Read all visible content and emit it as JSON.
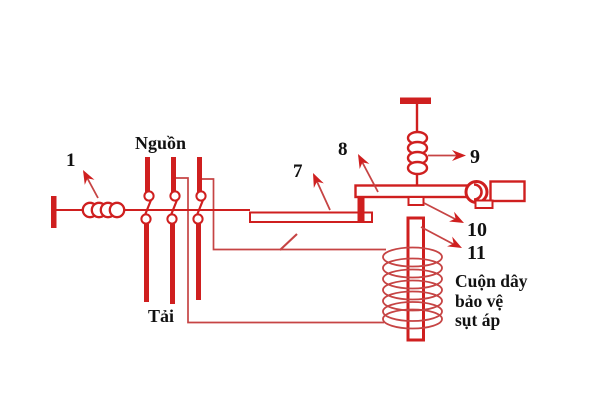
{
  "diagram": {
    "title": "contactor-undervoltage-protection-schematic",
    "labels": {
      "part1": "1",
      "part7": "7",
      "part8": "8",
      "part9": "9",
      "part10": "10",
      "part11": "11",
      "source": "Nguồn",
      "load": "Tải",
      "coil_caption_line1": "Cuộn dây",
      "coil_caption_line2": "bảo vệ",
      "coil_caption_line3": "sụt áp"
    },
    "colors": {
      "line": "#cf1f1f",
      "thin_line": "#c64444",
      "text": "#111111",
      "background": "#ffffff"
    }
  }
}
